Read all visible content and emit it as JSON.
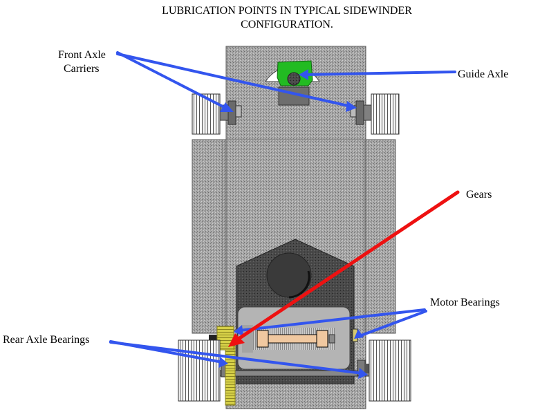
{
  "title": {
    "line1": "LUBRICATION POINTS IN TYPICAL  SIDEWINDER",
    "line2": "CONFIGURATION."
  },
  "labels": {
    "front_axle_line1": "Front Axle",
    "front_axle_line2": "Carriers",
    "guide_axle": "Guide Axle",
    "gears": "Gears",
    "motor_bearings": "Motor Bearings",
    "rear_axle_bearings": "Rear Axle Bearings"
  },
  "colors": {
    "chassis": "#9a9a9a",
    "guide": "#22bb22",
    "motor_can": "#b4b4b4",
    "armature": "#f0c8a0",
    "gear": "#c8c840",
    "arrow_blue": "#3355ee",
    "arrow_red": "#ee1111",
    "tire": "#f4f4f4"
  }
}
